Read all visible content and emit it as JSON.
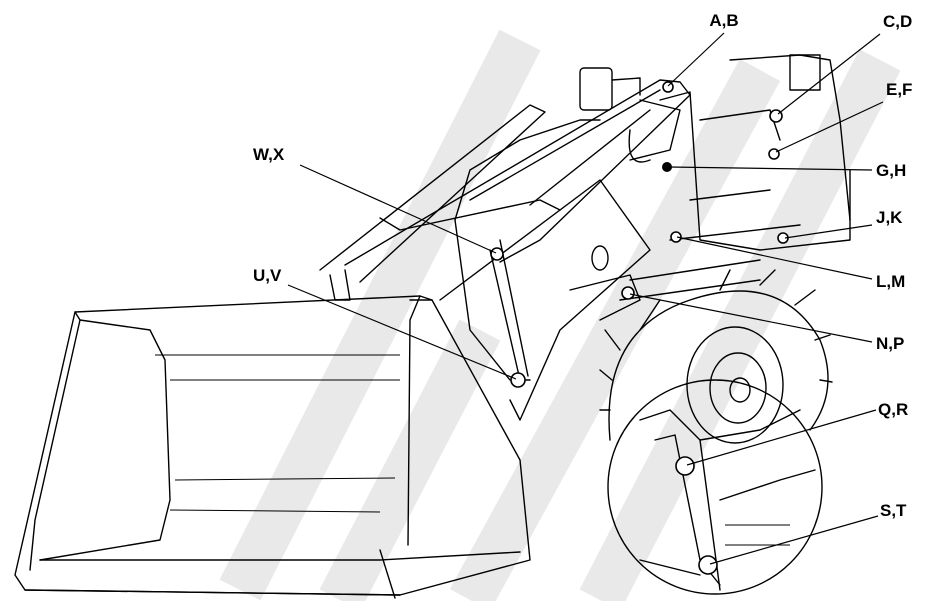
{
  "callouts": [
    {
      "id": "ab",
      "text": "A,B"
    },
    {
      "id": "cd",
      "text": "C,D"
    },
    {
      "id": "ef",
      "text": "E,F"
    },
    {
      "id": "gh",
      "text": "G,H"
    },
    {
      "id": "jk",
      "text": "J,K"
    },
    {
      "id": "lm",
      "text": "L,M"
    },
    {
      "id": "np",
      "text": "N,P"
    },
    {
      "id": "qr",
      "text": "Q,R"
    },
    {
      "id": "st",
      "text": "S,T"
    },
    {
      "id": "wx",
      "text": "W,X"
    },
    {
      "id": "uv",
      "text": "U,V"
    }
  ]
}
